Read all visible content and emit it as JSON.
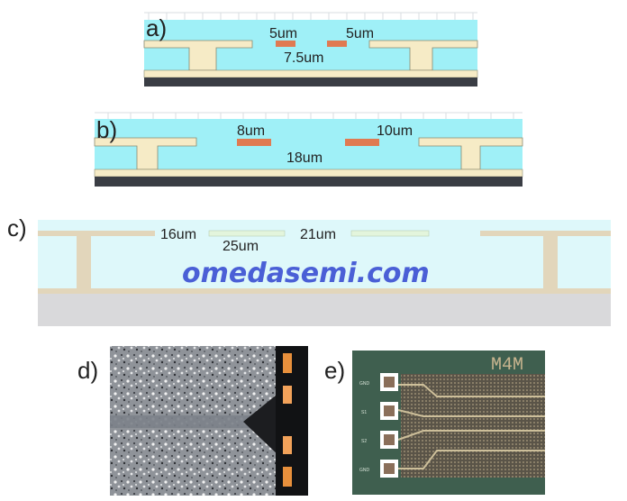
{
  "panels": {
    "a": {
      "label": "a)",
      "dims": {
        "left": "5um",
        "right": "5um",
        "center": "7.5um"
      }
    },
    "b": {
      "label": "b)",
      "dims": {
        "left": "8um",
        "right": "10um",
        "center": "18um"
      }
    },
    "c": {
      "label": "c)",
      "dims": {
        "left": "16um",
        "right": "21um",
        "center": "25um"
      }
    },
    "d": {
      "label": "d)"
    },
    "e": {
      "label": "e)",
      "chip_marking": "M4M",
      "pads": [
        "GND",
        "S1",
        "S2",
        "GND"
      ]
    }
  },
  "watermark": "omedasemi.com",
  "colors": {
    "dielectric": "#9ff0f7",
    "dielectric_c": "#def8fa",
    "metal_light": "#f6ebc6",
    "metal_c": "#e2d6bb",
    "signal_trace": "#e07a52",
    "signal_trace_c": "#e3f5dc",
    "substrate_dark": "#3a3d44",
    "substrate_c": "#d9d9db",
    "watermark": "#4a5fd6",
    "micrograph_bg": "#8f9399",
    "chip_bg": "#3f5f4f",
    "pad_metal": "#c9ccd1"
  }
}
